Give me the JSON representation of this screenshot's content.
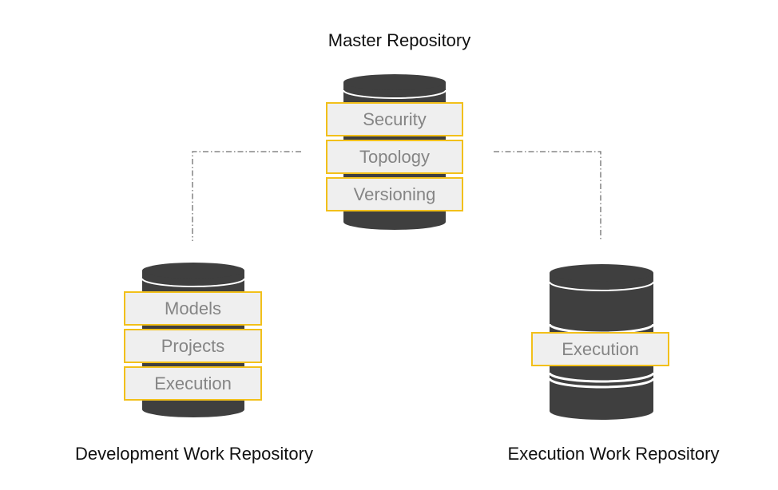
{
  "colors": {
    "cylinder": "#3f3f3f",
    "separator": "#ffffff",
    "accent": "#f2c01a",
    "label_fill": "#efefef",
    "label_text": "#858585",
    "connector": "#6f6f6f",
    "title_text": "#111111"
  },
  "repositories": {
    "master": {
      "title": "Master Repository",
      "items": [
        "Security",
        "Topology",
        "Versioning"
      ]
    },
    "development": {
      "title": "Development Work Repository",
      "items": [
        "Models",
        "Projects",
        "Execution"
      ]
    },
    "execution": {
      "title": "Execution Work Repository",
      "items": [
        "Execution"
      ]
    }
  },
  "connectors": {
    "style": "dash-dot",
    "links": [
      "master-to-development",
      "master-to-execution"
    ]
  }
}
